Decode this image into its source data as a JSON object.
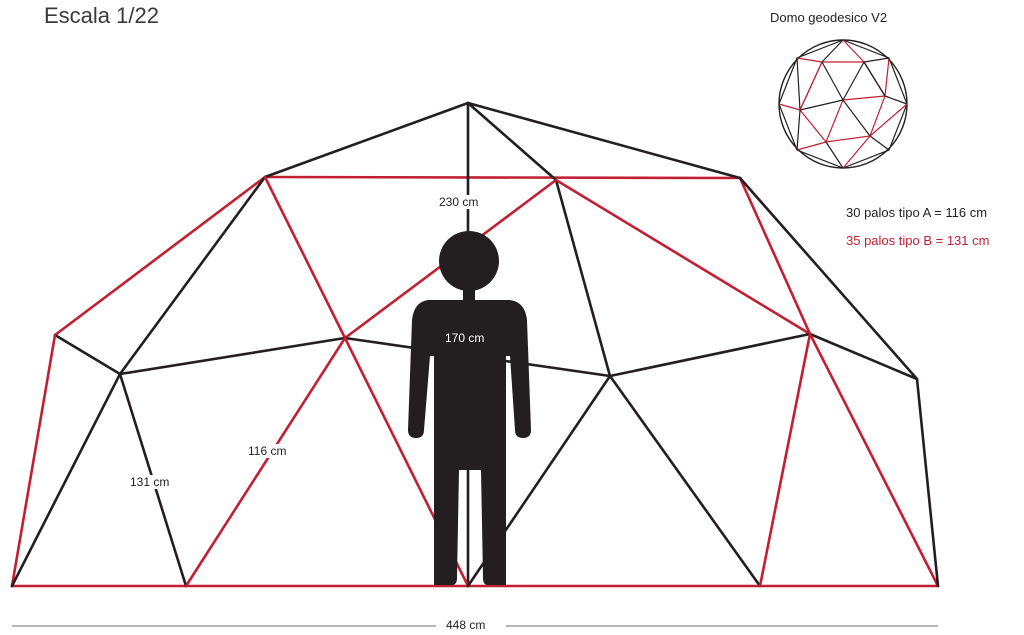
{
  "header": {
    "scale_label": "Escala 1/22"
  },
  "thumbnail": {
    "title": "Domo geodesico V2"
  },
  "legend": {
    "type_a": "30 palos tipo A = 116 cm",
    "type_b": "35 palos tipo B = 131 cm",
    "type_a_color": "#231f20",
    "type_b_color": "#c21f32"
  },
  "dimensions": {
    "dome_height": "230 cm",
    "person_height": "170 cm",
    "strut_a_length": "116 cm",
    "strut_b_length": "131 cm",
    "base_width": "448 cm"
  }
}
